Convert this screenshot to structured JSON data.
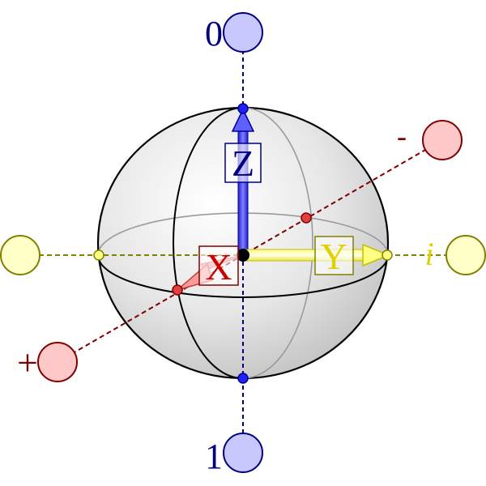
{
  "labels": {
    "top_pole": "0",
    "bottom_pole": "1",
    "plus": "+",
    "minus": "-",
    "imaginary": "i",
    "axis_z": "Z",
    "axis_x": "X",
    "axis_y": "Y"
  },
  "colors": {
    "blue_dark": "#000080",
    "blue_fill": "#c8c8ff",
    "blue_axis": "#4040ff",
    "red_dark": "#800000",
    "red_text": "#cc0000",
    "red_fill": "#ffc8c8",
    "yellow_dark": "#808000",
    "yellow_fill": "#ffffc8",
    "yellow_text": "#e0d000",
    "sphere_edge": "#000000",
    "sphere_shade": "#bdbdbd"
  }
}
